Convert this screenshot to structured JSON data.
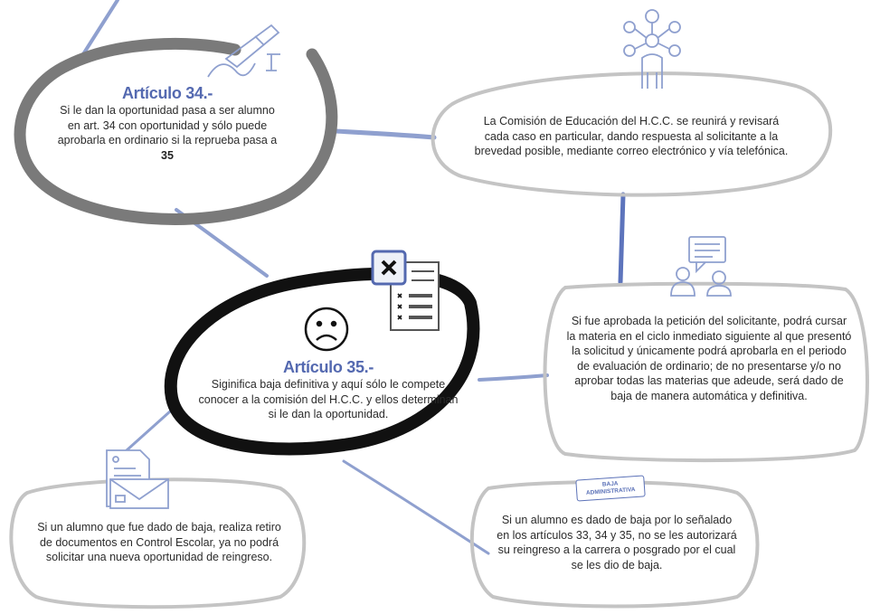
{
  "art34": {
    "title": "Artículo 34.-",
    "text": "Si le dan la oportunidad pasa a ser alumno en art. 34 con oportunidad y sólo puede aprobarla en ordinario si la reprueba pasa a ",
    "bold": "35"
  },
  "art35": {
    "title": "Artículo 35.-",
    "text": "Siginifica baja definitiva y aquí sólo le compete conocer a la comisión del H.C.C. y ellos determinan si le dan la oportunidad."
  },
  "comision": {
    "text": "La Comisión de Educación del H.C.C. se reunirá y revisará cada caso en particular, dando respuesta al solicitante a la brevedad posible, mediante correo electrónico y vía telefónica."
  },
  "aprobada": {
    "text": "Si fue aprobada la petición del solicitante, podrá cursar la materia en el ciclo inmediato siguiente al que presentó la solicitud y únicamente podrá aprobarla en el periodo de evaluación de ordinario; de no presentarse y/o no aprobar todas las materias que adeude, será dado de baja de manera automática y definitiva."
  },
  "retiro": {
    "text": "Si un alumno que fue dado de baja, realiza retiro de documentos en Control Escolar, ya no podrá solicitar una nueva oportunidad de reingreso."
  },
  "baja": {
    "stamp_line1": "BAJA",
    "stamp_line2": "ADMINISTRATIVA",
    "text": "Si un alumno es dado de baja por lo señalado en los artículos 33, 34 y 35, no se les autorizará su reingreso a la carrera o posgrado por el cual se les dio de baja."
  },
  "icons": [
    "pen-signature-icon",
    "network-person-icon",
    "chat-people-icon",
    "checklist-document-icon",
    "sad-face-icon",
    "letter-envelope-icon"
  ],
  "colors": {
    "accent": "#5469b0",
    "connector": "#8fa0cf",
    "gray_ring": "#7a7a7a",
    "light_ring": "#c8c8c8",
    "black_ring": "#111111"
  }
}
